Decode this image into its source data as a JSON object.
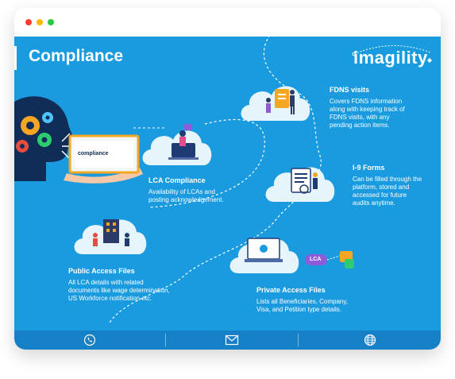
{
  "window": {
    "controls": [
      "close",
      "minimize",
      "maximize"
    ]
  },
  "header": {
    "title": "Compliance",
    "logo_text": "imagility"
  },
  "center_card_label": "compliance",
  "sections": {
    "fdns": {
      "title": "FDNS visits",
      "desc": [
        "Covers FDNS information",
        "along with keeping track of",
        "FDNS visits, with any",
        "pending action items."
      ]
    },
    "lca": {
      "title": "LCA Compliance",
      "desc": [
        "Availability of LCAs and",
        "posting acknowledgement."
      ]
    },
    "i9": {
      "title": "I-9 Forms",
      "desc": [
        "Can be filled through the",
        "platform, stored and",
        "accessed for future",
        "audits anytime."
      ]
    },
    "public": {
      "title": "Public Access Files",
      "desc": [
        "All LCA details with related",
        "documents like wage determination,",
        "US Workforce notification etc."
      ]
    },
    "private": {
      "title": "Private Access Files",
      "desc": [
        "Lists all Beneficiaries, Company,",
        "Visa, and Petition type details."
      ],
      "badge": "LCA"
    }
  },
  "footer": {
    "icons": [
      "phone-icon",
      "mail-icon",
      "globe-icon"
    ]
  },
  "colors": {
    "background": "#1a9be0",
    "footer": "#1680c7",
    "cloud": "#e6f4fc",
    "accent_orange": "#f5a623",
    "accent_purple": "#8e5bd9"
  }
}
